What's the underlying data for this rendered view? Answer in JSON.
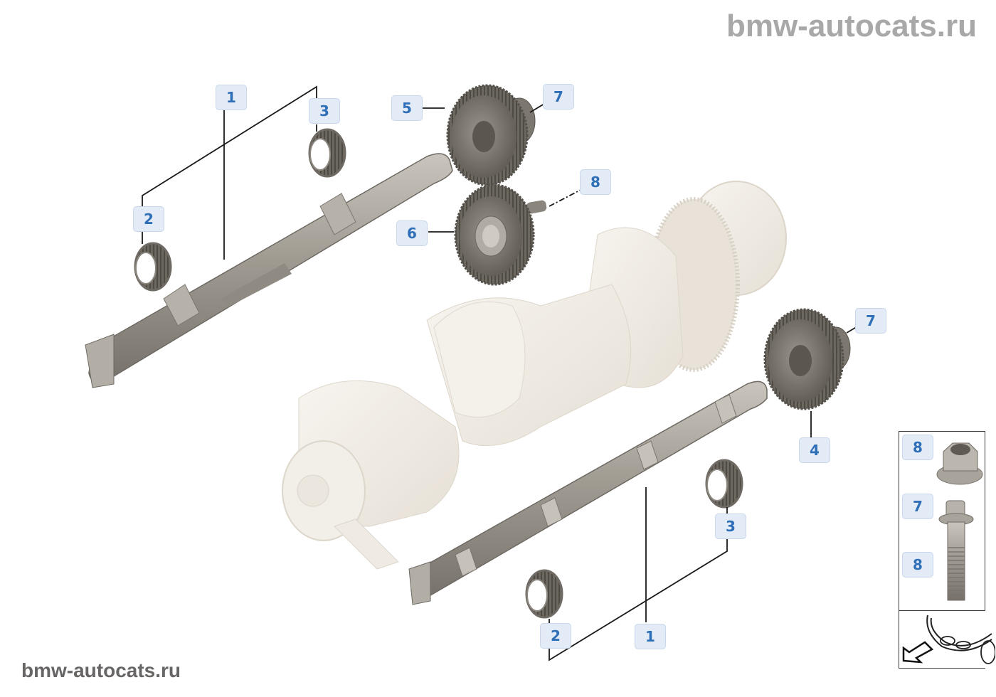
{
  "watermarks": {
    "top": "bmw-autocats.ru",
    "bottom": "bmw-autocats.ru"
  },
  "diagram": {
    "subject": "Balance shafts with gears and needle bearings, crankshaft (ghosted)",
    "callouts": [
      {
        "id": "c1-top",
        "label": "1",
        "part": "balance-shaft-upper"
      },
      {
        "id": "c2-top",
        "label": "2",
        "part": "needle-bearing"
      },
      {
        "id": "c3-top",
        "label": "3",
        "part": "needle-bearing"
      },
      {
        "id": "c5",
        "label": "5",
        "part": "gear"
      },
      {
        "id": "c7-top",
        "label": "7",
        "part": "bolt"
      },
      {
        "id": "c8-mid",
        "label": "8",
        "part": "nut-or-bolt"
      },
      {
        "id": "c6",
        "label": "6",
        "part": "idler-gear"
      },
      {
        "id": "c7-right",
        "label": "7",
        "part": "bolt"
      },
      {
        "id": "c4",
        "label": "4",
        "part": "gear"
      },
      {
        "id": "c3-bottom",
        "label": "3",
        "part": "needle-bearing"
      },
      {
        "id": "c2-bottom",
        "label": "2",
        "part": "needle-bearing"
      },
      {
        "id": "c1-bottom",
        "label": "1",
        "part": "balance-shaft-lower"
      }
    ],
    "side_panel": {
      "items": [
        {
          "labels": [
            "8"
          ],
          "part": "flange-nut"
        },
        {
          "labels": [
            "7",
            "8"
          ],
          "part": "flange-bolt"
        },
        {
          "labels": [],
          "part": "vehicle-front-orientation-arrow"
        }
      ]
    }
  },
  "colors": {
    "callout_bg": "#e3ebf6",
    "callout_text": "#2f6fb8",
    "part_metal": "#8c8880",
    "gear_dark": "#6f6a62",
    "crankshaft_ghost": "#efebe4"
  }
}
